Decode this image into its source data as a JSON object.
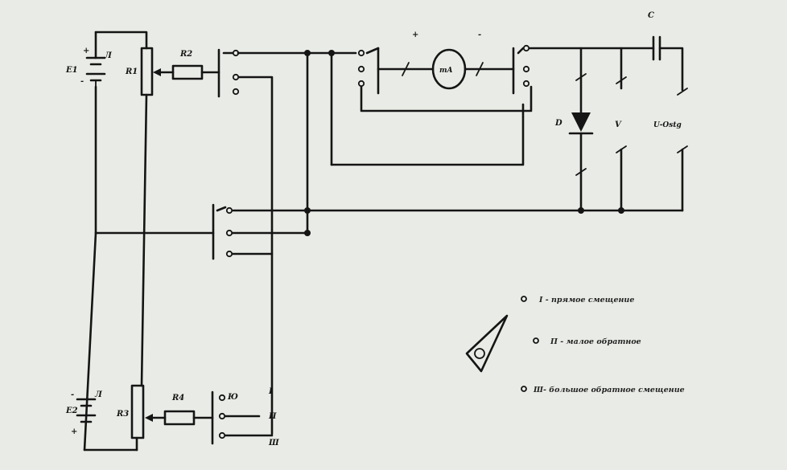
{
  "labels": {
    "c": "C",
    "d": "D",
    "v": "V",
    "osc": "U-Ostg",
    "ma": "mA",
    "plus": "+",
    "minus": "-",
    "e1": "E1",
    "e1_plus": "+",
    "e1_minus": "-",
    "e1_i": "Л",
    "e2": "E2",
    "e2_minus": "-",
    "e2_plus": "+",
    "e2_i": "Л",
    "r1": "R1",
    "r2": "R2",
    "r3": "R3",
    "r4": "R4",
    "sw_top": "Ю",
    "pos_1": "I",
    "pos_2": "П",
    "pos_3": "Ш"
  },
  "legend": {
    "item1": "I - прямое смещение",
    "item2": "П - малое обратное",
    "item3": "Ш- большое обратное смещение"
  }
}
